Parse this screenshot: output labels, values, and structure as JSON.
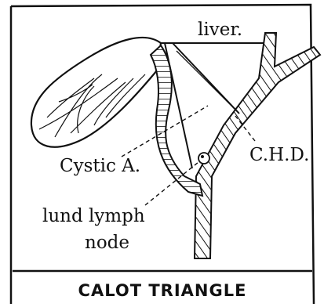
{
  "labels": {
    "liver": "liver.",
    "chd": "C.H.D.",
    "cystic_artery": "Cystic A.",
    "lymph_node_line1": "lund lymph",
    "lymph_node_line2": "node"
  },
  "caption": "CALOT TRIANGLE",
  "colors": {
    "ink": "#111111",
    "background": "#ffffff"
  }
}
